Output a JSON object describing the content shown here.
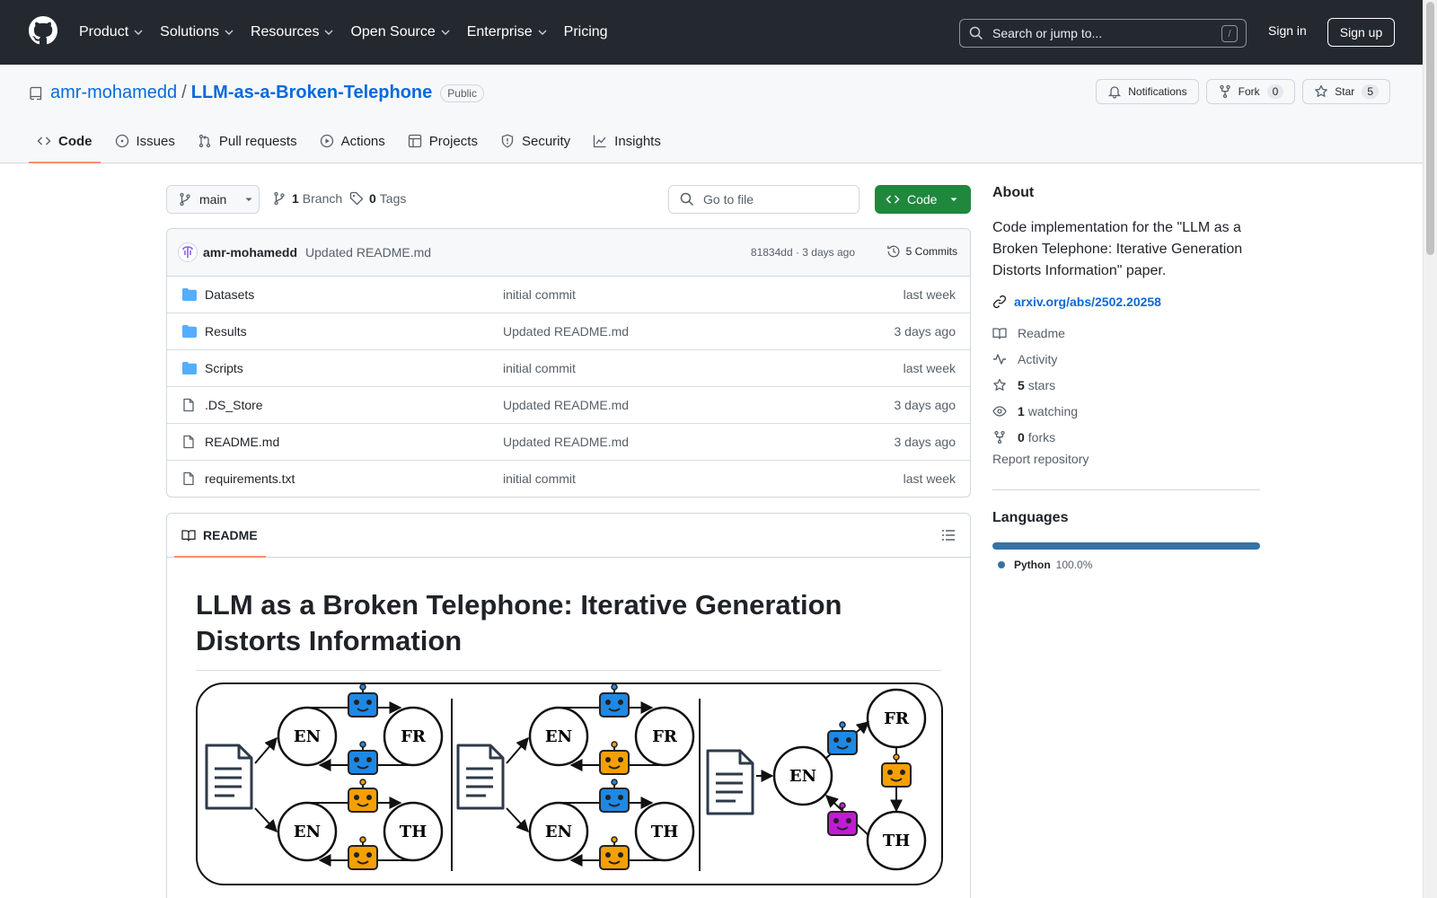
{
  "header": {
    "nav": [
      {
        "label": "Product",
        "dropdown": true
      },
      {
        "label": "Solutions",
        "dropdown": true
      },
      {
        "label": "Resources",
        "dropdown": true
      },
      {
        "label": "Open Source",
        "dropdown": true
      },
      {
        "label": "Enterprise",
        "dropdown": true
      },
      {
        "label": "Pricing",
        "dropdown": false
      }
    ],
    "search_placeholder": "Search or jump to...",
    "search_key": "/",
    "sign_in": "Sign in",
    "sign_up": "Sign up"
  },
  "repo": {
    "owner": "amr-mohamedd",
    "separator": "/",
    "name": "LLM-as-a-Broken-Telephone",
    "visibility": "Public",
    "notifications_label": "Notifications",
    "fork_label": "Fork",
    "fork_count": "0",
    "star_label": "Star",
    "star_count": "5",
    "tabs": [
      {
        "label": "Code",
        "icon": "code-icon",
        "active": true
      },
      {
        "label": "Issues",
        "icon": "issue-icon",
        "active": false
      },
      {
        "label": "Pull requests",
        "icon": "pull-request-icon",
        "active": false
      },
      {
        "label": "Actions",
        "icon": "play-icon",
        "active": false
      },
      {
        "label": "Projects",
        "icon": "table-icon",
        "active": false
      },
      {
        "label": "Security",
        "icon": "shield-icon",
        "active": false
      },
      {
        "label": "Insights",
        "icon": "graph-icon",
        "active": false
      }
    ]
  },
  "toolbar": {
    "branch": "main",
    "branch_count": "1",
    "branch_label": "Branch",
    "tag_count": "0",
    "tag_label": "Tags",
    "goto_placeholder": "Go to file",
    "code_label": "Code"
  },
  "latest_commit": {
    "author": "amr-mohamedd",
    "message": "Updated README.md",
    "meta": "81834dd · 3 days ago",
    "commits_label": "5 Commits"
  },
  "files": [
    {
      "name": "Datasets",
      "type": "dir",
      "message": "initial commit",
      "age": "last week"
    },
    {
      "name": "Results",
      "type": "dir",
      "message": "Updated README.md",
      "age": "3 days ago"
    },
    {
      "name": "Scripts",
      "type": "dir",
      "message": "initial commit",
      "age": "last week"
    },
    {
      "name": ".DS_Store",
      "type": "file",
      "message": "Updated README.md",
      "age": "3 days ago"
    },
    {
      "name": "README.md",
      "type": "file",
      "message": "Updated README.md",
      "age": "3 days ago"
    },
    {
      "name": "requirements.txt",
      "type": "file",
      "message": "initial commit",
      "age": "last week"
    }
  ],
  "readme": {
    "tab_label": "README",
    "title": "LLM as a Broken Telephone: Iterative Generation Distorts Information",
    "figure_labels": {
      "en": "EN",
      "fr": "FR",
      "th": "TH"
    }
  },
  "about": {
    "heading": "About",
    "description": "Code implementation for the \"LLM as a Broken Telephone: Iterative Generation Distorts Information\" paper.",
    "link": "arxiv.org/abs/2502.20258",
    "readme": "Readme",
    "activity": "Activity",
    "stars_count": "5",
    "stars_label": "stars",
    "watching_count": "1",
    "watching_label": "watching",
    "forks_count": "0",
    "forks_label": "forks",
    "report": "Report repository"
  },
  "languages": {
    "heading": "Languages",
    "items": [
      {
        "name": "Python",
        "percent": "100.0%",
        "fraction": 1.0,
        "color": "#3572A5"
      }
    ]
  },
  "colors": {
    "accent": "#0969da",
    "header_bg": "#24292f",
    "primary_button": "#1f883d",
    "active_tab_underline": "#fd8c73",
    "folder": "#54aeff",
    "robot_blue": "#1e88e5",
    "robot_orange": "#f5a000",
    "robot_purple": "#c21bd6"
  }
}
